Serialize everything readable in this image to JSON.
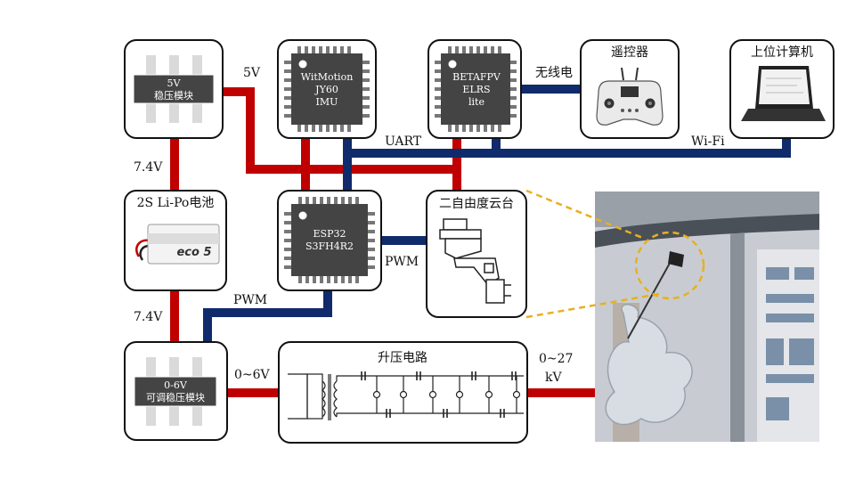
{
  "blocks": {
    "regulator_5v": {
      "line1": "5V",
      "line2": "稳压模块"
    },
    "imu": {
      "line1": "WitMotion",
      "line2": "JY60",
      "line3": "IMU"
    },
    "elrs": {
      "line1": "BETAFPV",
      "line2": "ELRS",
      "line3": "lite"
    },
    "remote": {
      "title": "遥控器"
    },
    "pc": {
      "title": "上位计算机"
    },
    "battery": {
      "title": "2S Li-Po电池",
      "brand": "eco 5"
    },
    "esp32": {
      "line1": "ESP32",
      "line2": "S3FH4R2"
    },
    "gimbal": {
      "title": "二自由度云台"
    },
    "adj_regulator": {
      "line1": "0-6V",
      "line2": "可调稳压模块"
    },
    "boost": {
      "title": "升压电路"
    }
  },
  "connections": {
    "v5": "5V",
    "wireless": "无线电",
    "uart": "UART",
    "wifi": "Wi-Fi",
    "v74_top": "7.4V",
    "v74_bottom": "7.4V",
    "pwm_gimbal": "PWM",
    "pwm_reg": "PWM",
    "v06": "0~6V",
    "kv_line1": "0~27",
    "kv_line2": "kV"
  },
  "colors": {
    "power": "#c00000",
    "signal": "#0f2b6b",
    "callout": "#e8b020",
    "chip": "#444444"
  }
}
